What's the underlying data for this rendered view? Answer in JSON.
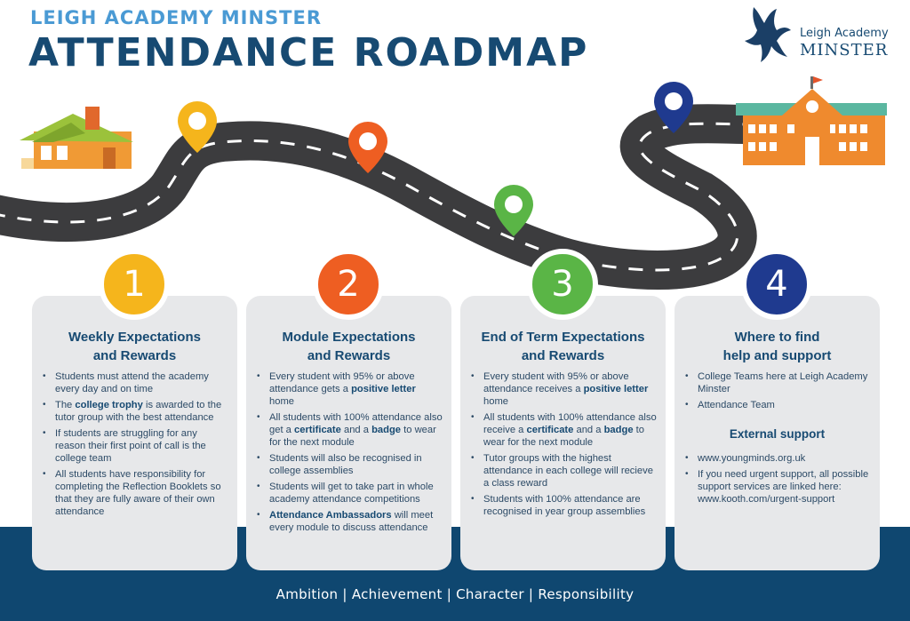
{
  "header": {
    "org_name": "LEIGH ACADEMY MINSTER",
    "title": "ATTENDANCE ROADMAP"
  },
  "logo": {
    "line1": "Leigh Academy",
    "line2": "MINSTER"
  },
  "colors": {
    "navy": "#174a72",
    "yellow": "#f5b51c",
    "orange": "#ee5e22",
    "green": "#5ab546",
    "blue": "#1f3a8f",
    "card": "#e7e8ea",
    "band": "#0f4770"
  },
  "steps": [
    {
      "number": "1",
      "title_line1": "Weekly Expectations",
      "title_line2": "and Rewards",
      "bullets": [
        [
          "Students must attend the academy every day and on time"
        ],
        [
          "The ",
          "college trophy",
          " is awarded to the tutor group with the best attendance"
        ],
        [
          "If students are struggling for any reason their first point of call is the college team"
        ],
        [
          "All students have responsibility for completing the Reflection Booklets so that they are fully aware of their own attendance"
        ]
      ]
    },
    {
      "number": "2",
      "title_line1": "Module Expectations",
      "title_line2": "and Rewards",
      "bullets": [
        [
          "Every student with 95% or above attendance gets a ",
          "positive letter",
          " home"
        ],
        [
          "All students with 100% attendance also get a ",
          "certificate",
          " and a ",
          "badge",
          " to wear for the next module"
        ],
        [
          "Students will also be recognised in college assemblies"
        ],
        [
          "Students will get to take part in whole academy attendance competitions"
        ],
        [
          "",
          "Attendance Ambassadors",
          " will meet every module to discuss attendance"
        ]
      ]
    },
    {
      "number": "3",
      "title_line1": "End of Term Expectations",
      "title_line2": "and Rewards",
      "bullets": [
        [
          "Every student with 95% or above attendance receives a ",
          "positive letter",
          " home"
        ],
        [
          "All students with 100% attendance also receive a ",
          "certificate",
          " and a ",
          "badge",
          " to wear for the next module"
        ],
        [
          "Tutor groups with the highest attendance in each college will recieve a class reward"
        ],
        [
          "Students with 100% attendance are recognised in year group assemblies"
        ]
      ]
    },
    {
      "number": "4",
      "title_line1": "Where to find",
      "title_line2": "help and support",
      "bullets": [
        [
          "College Teams here at Leigh Academy Minster"
        ],
        [
          "Attendance Team"
        ]
      ],
      "sub_heading": "External support",
      "bullets2": [
        [
          "www.youngminds.org.uk"
        ],
        [
          "If you need urgent support, all possible support services are linked here: www.kooth.com/urgent-support"
        ]
      ]
    }
  ],
  "footer": {
    "values": "Ambition | Achievement | Character | Responsibility"
  }
}
